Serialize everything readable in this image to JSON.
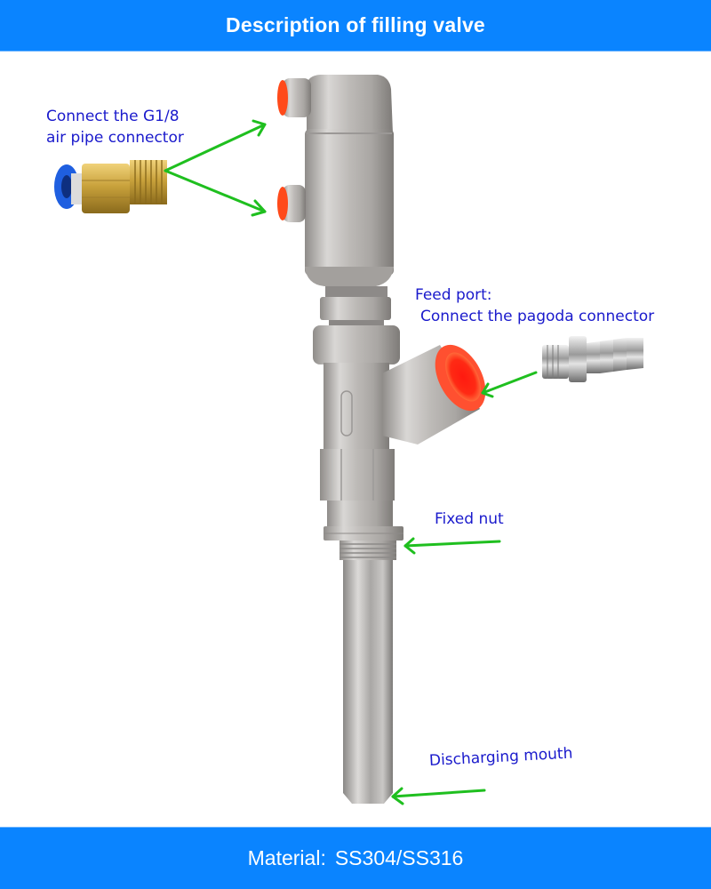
{
  "header": {
    "title": "Description of filling valve"
  },
  "footer": {
    "material_label": "Material:",
    "material_value": "SS304/SS316"
  },
  "callouts": {
    "air_pipe": {
      "line1": "Connect the G1/8",
      "line2": "air pipe connector"
    },
    "feed_port": {
      "line1": "Feed port:",
      "line2": "Connect the pagoda connector"
    },
    "fixed_nut": {
      "label": "Fixed nut"
    },
    "discharge": {
      "label": "Discharging mouth"
    }
  },
  "colors": {
    "banner_blue": "#0a84ff",
    "label_blue": "#1a1acc",
    "arrow_green": "#1fbf1f",
    "cap_red": "#ff3b1f",
    "steel": "#b9b6b3",
    "brass": "#c9a23c",
    "push_fit_blue": "#1f5fe0"
  },
  "icons": {
    "arrow": "green-arrow",
    "valve": "filling-valve-illustration",
    "air_connector": "brass-push-fit-connector",
    "pagoda_connector": "hose-barb-connector"
  }
}
